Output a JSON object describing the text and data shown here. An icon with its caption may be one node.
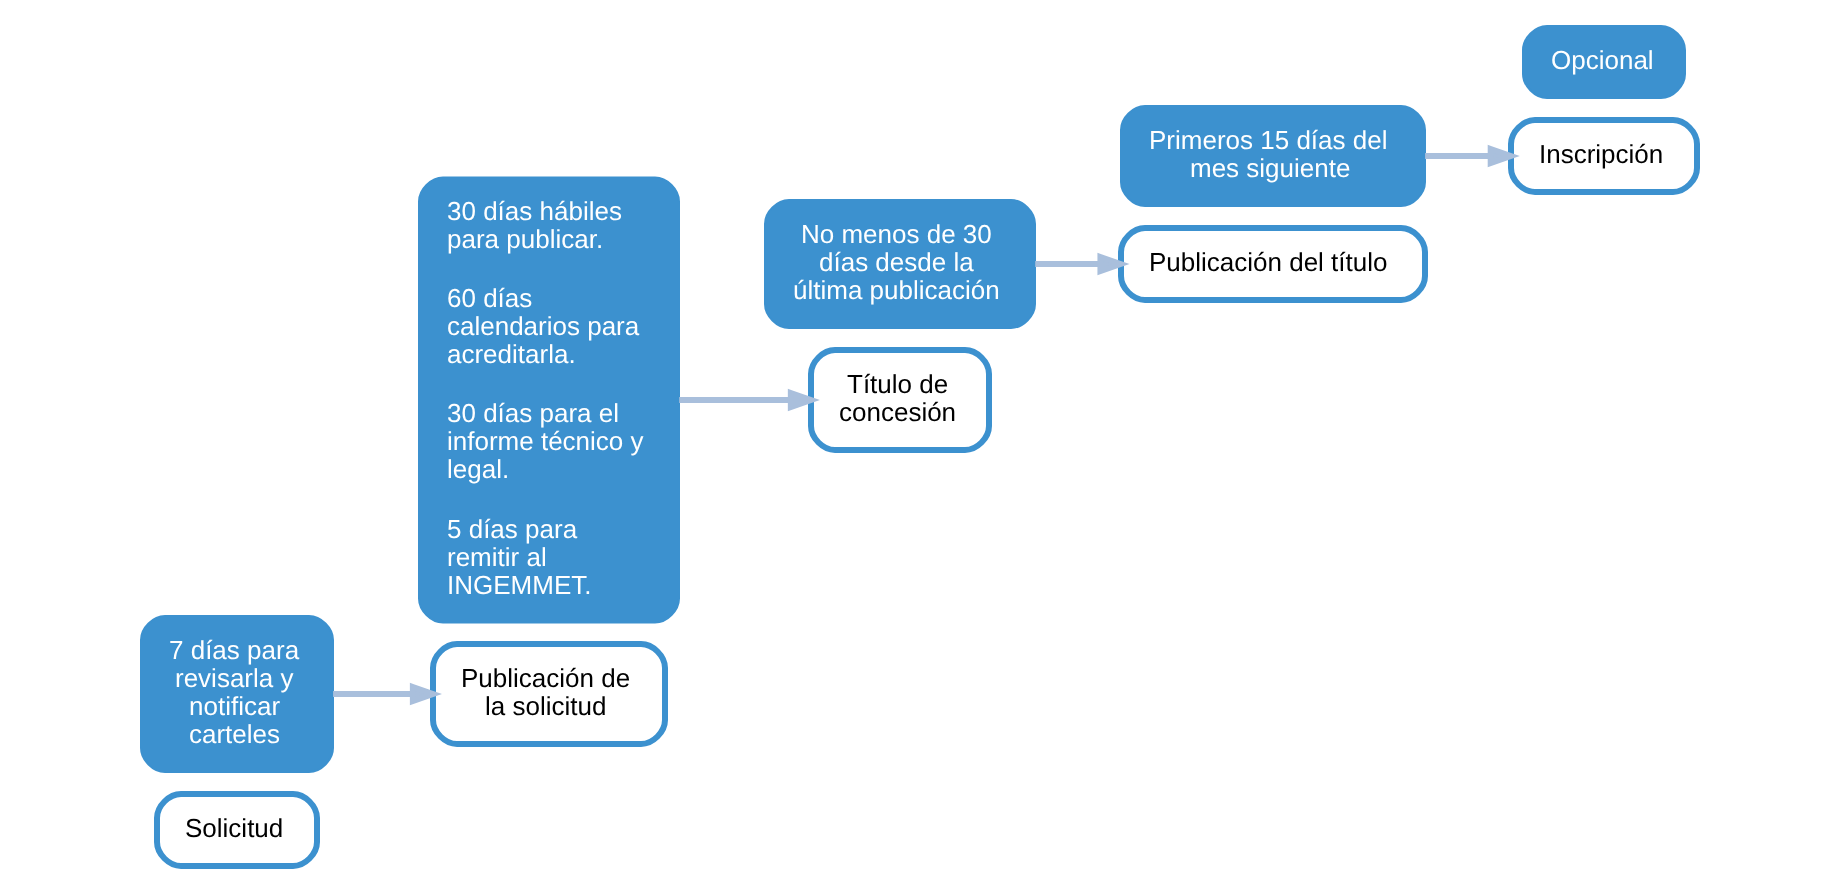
{
  "diagram": {
    "nodes": [
      {
        "text": [
          "Solicitud"
        ]
      },
      {
        "text": [
          "7 días para revisarla y notificar carteles"
        ]
      },
      {
        "text": [
          "30 días hábiles para publicar.",
          "60 días calendarios para acreditarla.",
          "30 días para el informe técnico y legal.",
          "5 días para remitir al INGEMMET."
        ]
      },
      {
        "text": [
          "Publicación de la solicitud"
        ]
      },
      {
        "text": [
          "Título de concesión"
        ]
      },
      {
        "text": [
          "No menos de 30 días desde la última publicación"
        ]
      },
      {
        "text": [
          "Primeros 15 días del mes siguiente"
        ]
      },
      {
        "text": [
          "Publicación del título"
        ]
      },
      {
        "text": [
          "Inscripción"
        ]
      },
      {
        "text": [
          "Opcional"
        ]
      }
    ],
    "edges": [
      {
        "from": 1,
        "to": 3,
        "arrow": "to"
      },
      {
        "from": 2,
        "to": 4,
        "arrow": "to"
      },
      {
        "from": 5,
        "to": 7,
        "arrow": "to"
      },
      {
        "from": 6,
        "to": 8,
        "arrow": "to"
      }
    ]
  }
}
